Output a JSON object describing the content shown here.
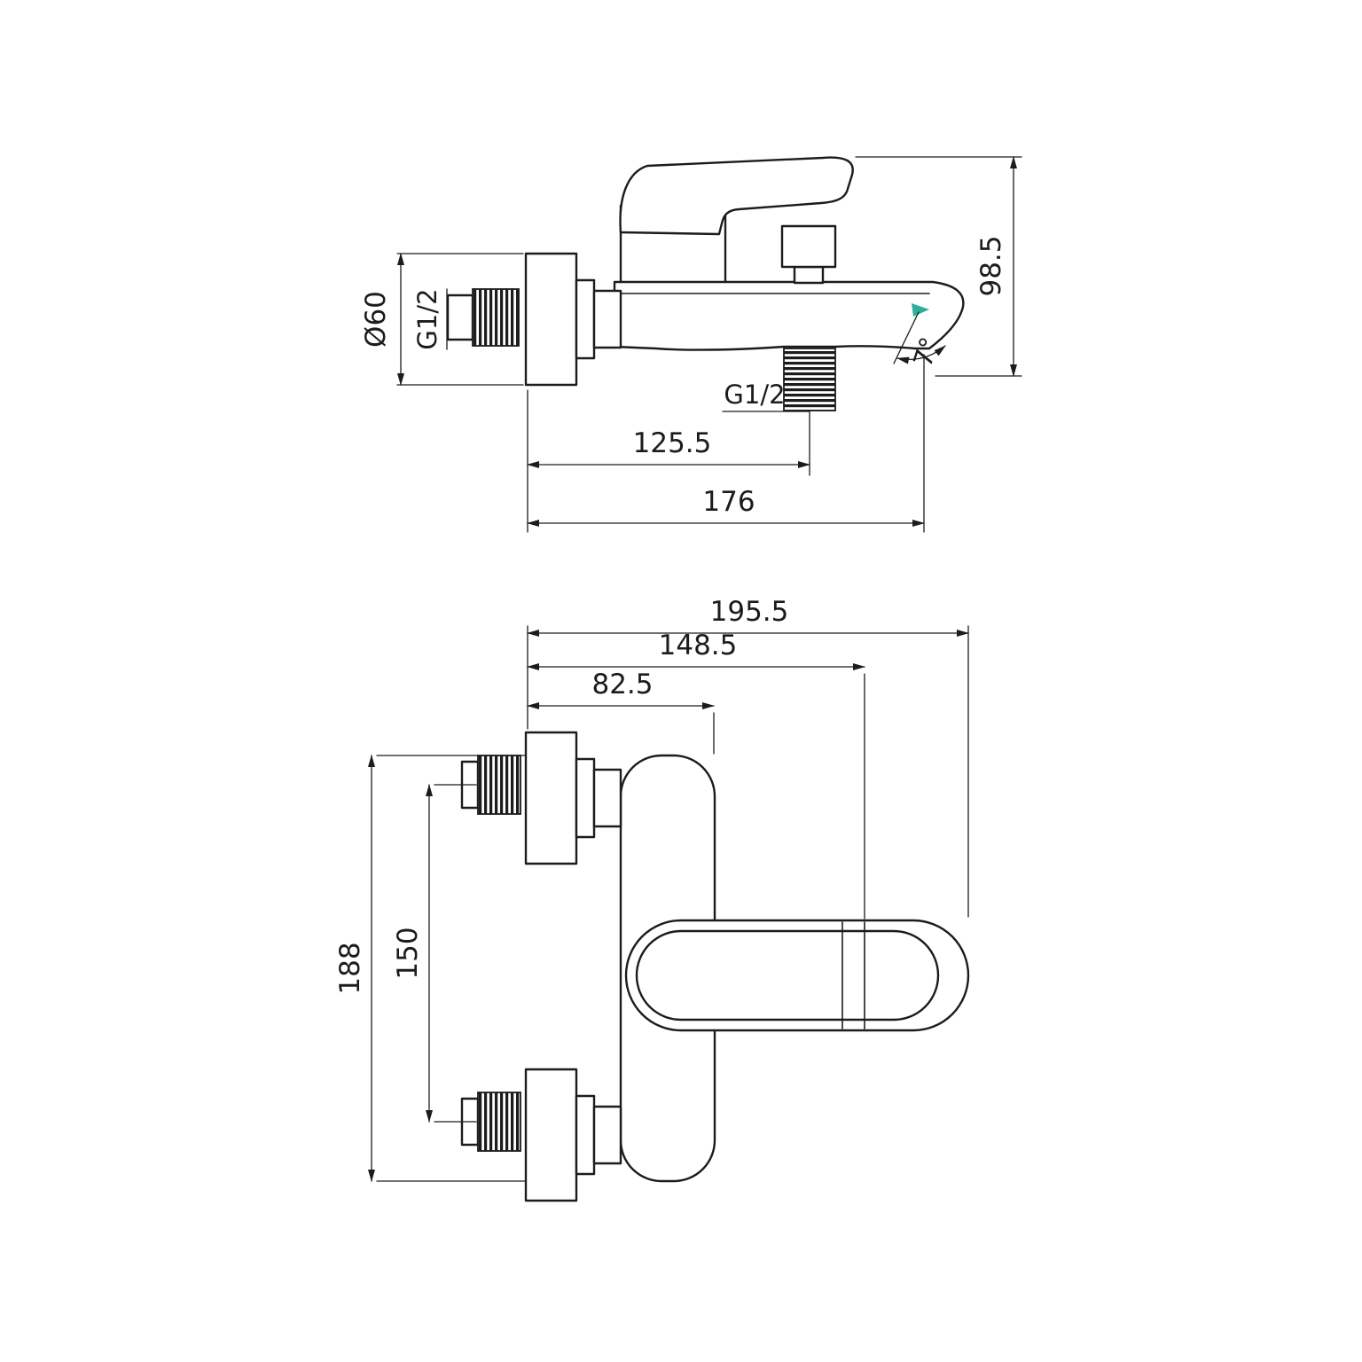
{
  "colors": {
    "line": "#1c1c1c",
    "accent": "#2fae9e",
    "background": "#ffffff"
  },
  "side_view": {
    "dim_diameter": "Ø60",
    "dim_thread_inlet": "G1/2",
    "dim_thread_outlet": "G1/2",
    "dim_height": "98.5",
    "dim_outlet_offset": "125.5",
    "dim_reach": "176",
    "dim_spout_angle": "7°"
  },
  "front_view": {
    "dim_overall_width": "195.5",
    "dim_to_handle_stem": "148.5",
    "dim_body_width": "82.5",
    "dim_overall_height": "188",
    "dim_port_spacing": "150"
  }
}
